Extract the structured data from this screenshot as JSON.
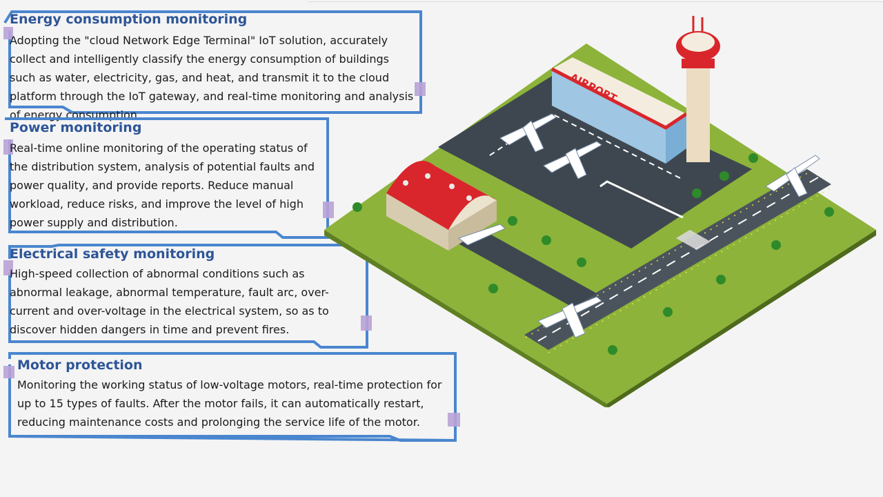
{
  "cards": [
    {
      "title": "Energy consumption monitoring",
      "body": "Adopting the \"cloud Network Edge Terminal\" IoT solution, accurately collect and intelligently classify the energy consumption of buildings such as water, electricity, gas, and heat, and transmit it to the cloud platform through the IoT gateway, and real-time monitoring and analysis of energy consumption."
    },
    {
      "title": "Power monitoring",
      "body": "Real-time online monitoring of the operating status of the distribution system, analysis of potential faults and power quality, and provide reports. Reduce manual workload, reduce risks, and improve the level of high power supply and distribution."
    },
    {
      "title": "Electrical safety monitoring",
      "body": "High-speed collection of abnormal conditions such as abnormal leakage, abnormal temperature, fault arc, over-current and over-voltage in the electrical system, so as to discover hidden dangers in time and prevent fires."
    },
    {
      "title": "Motor protection",
      "body": "Monitoring the working status of low-voltage motors, real-time protection for up to 15 types of faults. After the motor fails, it can automatically restart, reducing maintenance costs and prolonging the service life of the motor."
    }
  ],
  "illustration": {
    "building_sign": "AIRPORT"
  },
  "colors": {
    "frame": "#4a86cf",
    "title": "#2e5597",
    "marker": "#b9a3d6",
    "grass": "#8db33a",
    "tarmac": "#3e4750",
    "roof": "#d9262c"
  }
}
